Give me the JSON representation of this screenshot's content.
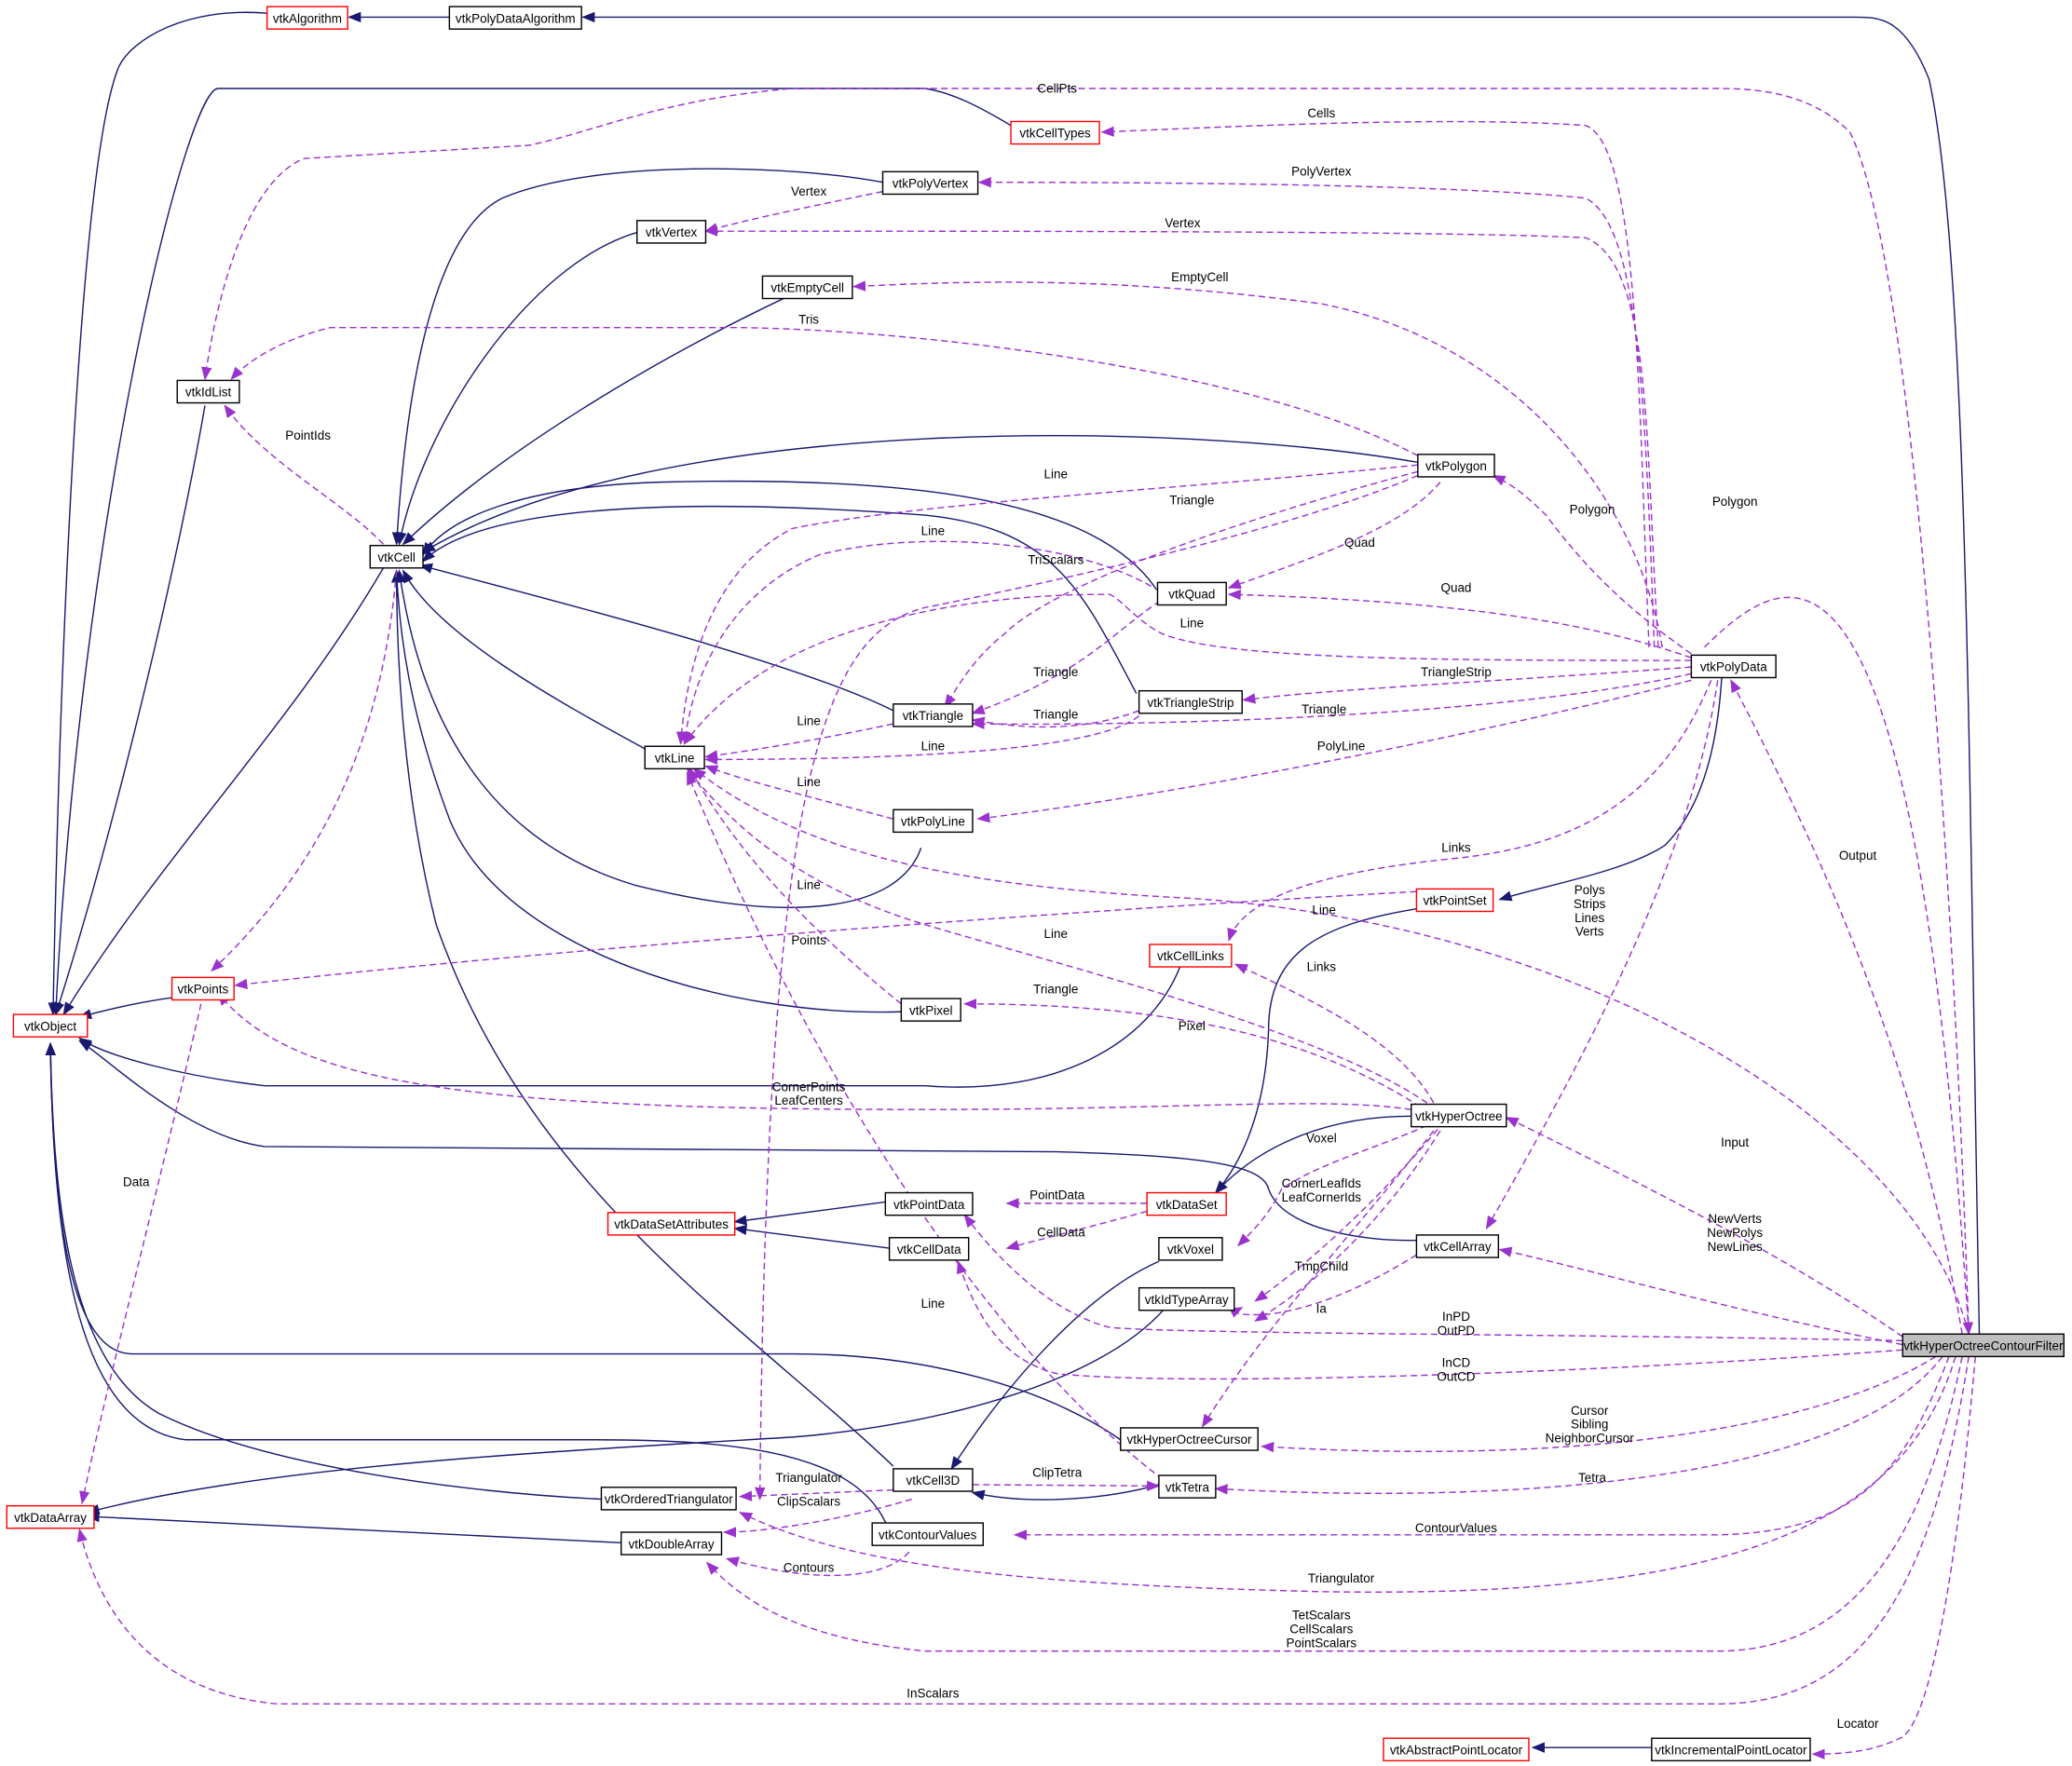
{
  "diagram": {
    "type": "collaboration-graph",
    "colors": {
      "inheritance": "#191970",
      "usage": "#9a32cd",
      "undocumented_border": "#ff0000",
      "focus_fill": "#bfbfbf"
    },
    "nodes": [
      {
        "id": "vtkAlgorithm",
        "label": "vtkAlgorithm",
        "style": "red"
      },
      {
        "id": "vtkPolyDataAlgorithm",
        "label": "vtkPolyDataAlgorithm",
        "style": "normal"
      },
      {
        "id": "vtkCellTypes",
        "label": "vtkCellTypes",
        "style": "red"
      },
      {
        "id": "vtkPolyVertex",
        "label": "vtkPolyVertex",
        "style": "normal"
      },
      {
        "id": "vtkVertex",
        "label": "vtkVertex",
        "style": "normal"
      },
      {
        "id": "vtkEmptyCell",
        "label": "vtkEmptyCell",
        "style": "normal"
      },
      {
        "id": "vtkIdList",
        "label": "vtkIdList",
        "style": "normal"
      },
      {
        "id": "vtkPolygon",
        "label": "vtkPolygon",
        "style": "normal"
      },
      {
        "id": "vtkCell",
        "label": "vtkCell",
        "style": "normal"
      },
      {
        "id": "vtkQuad",
        "label": "vtkQuad",
        "style": "normal"
      },
      {
        "id": "vtkPolyData",
        "label": "vtkPolyData",
        "style": "normal"
      },
      {
        "id": "vtkTriangle",
        "label": "vtkTriangle",
        "style": "normal"
      },
      {
        "id": "vtkTriangleStrip",
        "label": "vtkTriangleStrip",
        "style": "normal"
      },
      {
        "id": "vtkLine",
        "label": "vtkLine",
        "style": "normal"
      },
      {
        "id": "vtkPolyLine",
        "label": "vtkPolyLine",
        "style": "normal"
      },
      {
        "id": "vtkPointSet",
        "label": "vtkPointSet",
        "style": "red"
      },
      {
        "id": "vtkCellLinks",
        "label": "vtkCellLinks",
        "style": "red"
      },
      {
        "id": "vtkPoints",
        "label": "vtkPoints",
        "style": "red"
      },
      {
        "id": "vtkPixel",
        "label": "vtkPixel",
        "style": "normal"
      },
      {
        "id": "vtkObject",
        "label": "vtkObject",
        "style": "red"
      },
      {
        "id": "vtkHyperOctree",
        "label": "vtkHyperOctree",
        "style": "normal"
      },
      {
        "id": "vtkPointData",
        "label": "vtkPointData",
        "style": "normal"
      },
      {
        "id": "vtkDataSet",
        "label": "vtkDataSet",
        "style": "red"
      },
      {
        "id": "vtkDataSetAttributes",
        "label": "vtkDataSetAttributes",
        "style": "red"
      },
      {
        "id": "vtkCellData",
        "label": "vtkCellData",
        "style": "normal"
      },
      {
        "id": "vtkVoxel",
        "label": "vtkVoxel",
        "style": "normal"
      },
      {
        "id": "vtkCellArray",
        "label": "vtkCellArray",
        "style": "normal"
      },
      {
        "id": "vtkIdTypeArray",
        "label": "vtkIdTypeArray",
        "style": "normal"
      },
      {
        "id": "vtkHyperOctreeContourFilter",
        "label": "vtkHyperOctreeContourFilter",
        "style": "focus"
      },
      {
        "id": "vtkHyperOctreeCursor",
        "label": "vtkHyperOctreeCursor",
        "style": "normal"
      },
      {
        "id": "vtkCell3D",
        "label": "vtkCell3D",
        "style": "normal"
      },
      {
        "id": "vtkTetra",
        "label": "vtkTetra",
        "style": "normal"
      },
      {
        "id": "vtkOrderedTriangulator",
        "label": "vtkOrderedTriangulator",
        "style": "normal"
      },
      {
        "id": "vtkDataArray",
        "label": "vtkDataArray",
        "style": "red"
      },
      {
        "id": "vtkDoubleArray",
        "label": "vtkDoubleArray",
        "style": "normal"
      },
      {
        "id": "vtkContourValues",
        "label": "vtkContourValues",
        "style": "normal"
      },
      {
        "id": "vtkAbstractPointLocator",
        "label": "vtkAbstractPointLocator",
        "style": "red"
      },
      {
        "id": "vtkIncrementalPointLocator",
        "label": "vtkIncrementalPointLocator",
        "style": "normal"
      }
    ],
    "edge_labels": [
      [
        "CellPts"
      ],
      [
        "Cells"
      ],
      [
        "PolyVertex"
      ],
      [
        "Vertex"
      ],
      [
        "Vertex"
      ],
      [
        "EmptyCell"
      ],
      [
        "Tris"
      ],
      [
        "PointIds"
      ],
      [
        "Line"
      ],
      [
        "Triangle"
      ],
      [
        "Polygon"
      ],
      [
        "Polygon"
      ],
      [
        "Line"
      ],
      [
        "TriScalars"
      ],
      [
        "Quad"
      ],
      [
        "Quad"
      ],
      [
        "Line"
      ],
      [
        "Triangle"
      ],
      [
        "TriangleStrip"
      ],
      [
        "Triangle"
      ],
      [
        "Triangle"
      ],
      [
        "Line"
      ],
      [
        "Line"
      ],
      [
        "PolyLine"
      ],
      [
        "Line"
      ],
      [
        "Line"
      ],
      [
        "Links"
      ],
      [
        "Points"
      ],
      [
        "Line"
      ],
      [
        "Output"
      ],
      [
        "Polys",
        "Strips",
        "Lines",
        "Verts"
      ],
      [
        "Line"
      ],
      [
        "Links"
      ],
      [
        "Triangle"
      ],
      [
        "Pixel"
      ],
      [
        "CornerPoints",
        "LeafCenters"
      ],
      [
        "Voxel"
      ],
      [
        "Input"
      ],
      [
        "Data"
      ],
      [
        "PointData"
      ],
      [
        "CellData"
      ],
      [
        "CornerLeafIds",
        "LeafCornerIds"
      ],
      [
        "NewVerts",
        "NewPolys",
        "NewLines"
      ],
      [
        "TmpChild"
      ],
      [
        "Line"
      ],
      [
        "Ia"
      ],
      [
        "InPD",
        "OutPD"
      ],
      [
        "InCD",
        "OutCD"
      ],
      [
        "Cursor",
        "Sibling",
        "NeighborCursor"
      ],
      [
        "Tetra"
      ],
      [
        "Triangulator"
      ],
      [
        "ClipTetra"
      ],
      [
        "ClipScalars"
      ],
      [
        "ContourValues"
      ],
      [
        "Contours"
      ],
      [
        "Triangulator"
      ],
      [
        "TetScalars",
        "CellScalars",
        "PointScalars"
      ],
      [
        "InScalars"
      ],
      [
        "Locator"
      ],
      [
        "Points"
      ]
    ]
  }
}
